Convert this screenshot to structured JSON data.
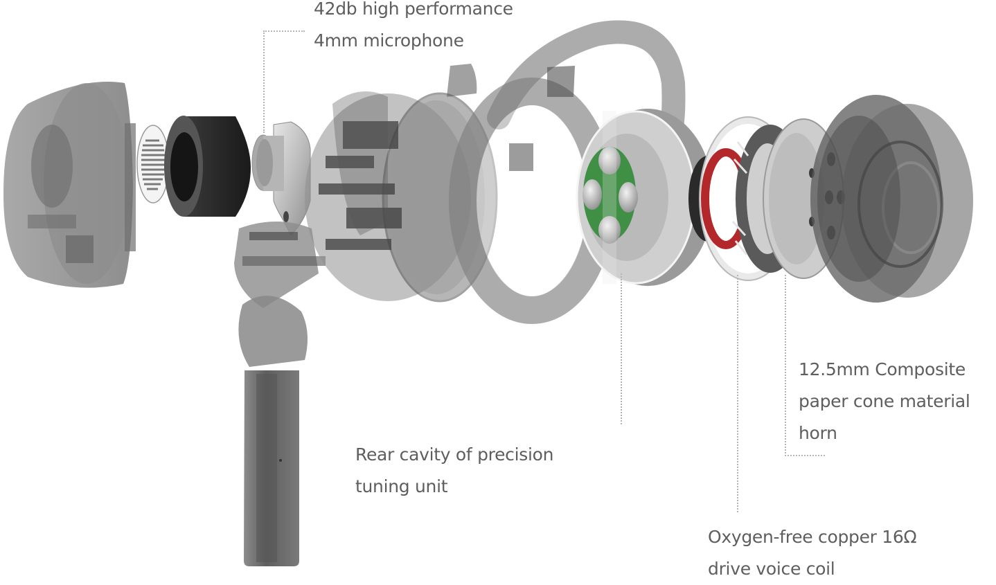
{
  "diagram": {
    "subject": "Exploded view of earbud internal components",
    "colors": {
      "background": "#ffffff",
      "label_text": "#5e5e5e",
      "leader_line": "#b4b4b4",
      "housing_gray": "#8a8a8a",
      "driver_pcb_green": "#3f8f45",
      "voice_coil_red": "#b3282b",
      "foam_black": "#2a2a2a",
      "metal_silver": "#c9c9c9"
    },
    "components": [
      {
        "id": "outer-shell",
        "name": "Outer shell cap"
      },
      {
        "id": "mesh-grille",
        "name": "Mesh grille"
      },
      {
        "id": "foam-cylinder",
        "name": "Black acoustic foam cylinder"
      },
      {
        "id": "microphone",
        "name": "Microphone capsule with mounting bracket"
      },
      {
        "id": "stem",
        "name": "Stem / boom"
      },
      {
        "id": "rear-cavity",
        "name": "Rear cavity housing"
      },
      {
        "id": "ear-hook-ring",
        "name": "Ear hook ring"
      },
      {
        "id": "driver-front",
        "name": "Driver front plate (green PCB)"
      },
      {
        "id": "voice-coil",
        "name": "Red voice coil ring"
      },
      {
        "id": "driver-basket",
        "name": "Driver basket / cone horn"
      },
      {
        "id": "front-cavity",
        "name": "Front cavity / nozzle housing"
      }
    ],
    "callouts": [
      {
        "id": "microphone",
        "lines": [
          "42db high performance",
          "4mm microphone"
        ]
      },
      {
        "id": "rear-cavity",
        "lines": [
          "Rear cavity of precision",
          "tuning unit"
        ]
      },
      {
        "id": "cone",
        "lines": [
          "12.5mm Composite",
          "paper cone material",
          "horn"
        ]
      },
      {
        "id": "voice-coil",
        "lines": [
          "Oxygen-free copper 16Ω",
          "drive voice coil"
        ]
      }
    ]
  }
}
